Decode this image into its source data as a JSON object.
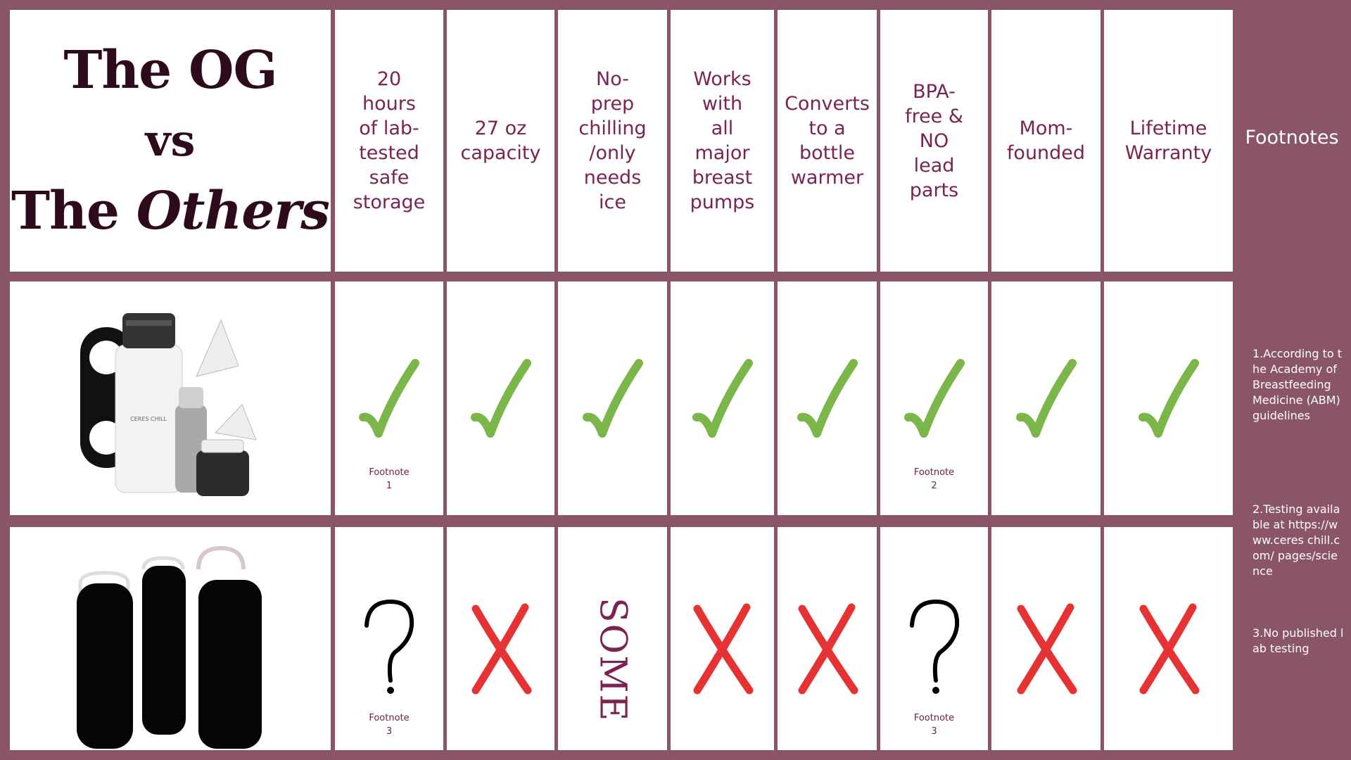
{
  "title": {
    "line1": "The OG",
    "line2": "vs",
    "line3_prefix": "The ",
    "line3_italic": "Others"
  },
  "columns": [
    {
      "label": "20\nhours\nof lab-\ntested\nsafe\nstorage"
    },
    {
      "label": "27 oz\ncapacity"
    },
    {
      "label": "No-\nprep\nchilling\n/only\nneeds\nice"
    },
    {
      "label": "Works\nwith\nall\nmajor\nbreast\npumps"
    },
    {
      "label": "Converts\nto a\nbottle\nwarmer"
    },
    {
      "label": "BPA-\nfree &\nNO\nlead\nparts"
    },
    {
      "label": "Mom-\nfounded"
    },
    {
      "label": "Lifetime\nWarranty"
    }
  ],
  "rows": {
    "og": {
      "image_name": "ceres-chill-product-set",
      "cells": [
        {
          "mark": "check",
          "footnote": "Footnote",
          "footnote_num": "1"
        },
        {
          "mark": "check"
        },
        {
          "mark": "check"
        },
        {
          "mark": "check"
        },
        {
          "mark": "check"
        },
        {
          "mark": "check",
          "footnote": "Footnote",
          "footnote_num": "2"
        },
        {
          "mark": "check"
        },
        {
          "mark": "check"
        }
      ]
    },
    "others": {
      "image_name": "competitor-bottles",
      "cells": [
        {
          "mark": "question",
          "footnote": "Footnote",
          "footnote_num": "3"
        },
        {
          "mark": "cross"
        },
        {
          "mark": "text",
          "text": "SOME"
        },
        {
          "mark": "cross"
        },
        {
          "mark": "cross"
        },
        {
          "mark": "question",
          "footnote": "Footnote",
          "footnote_num": "3"
        },
        {
          "mark": "cross"
        },
        {
          "mark": "cross"
        }
      ]
    }
  },
  "footnotes": {
    "header": "Footnotes",
    "items": [
      "1.According to the Academy of Breastfeeding Medicine (ABM) guidelines",
      "2.Testing available at https://www.ceres chill.com/ pages/science",
      "3.No published lab testing"
    ]
  },
  "colors": {
    "background": "#8a5566",
    "header_text": "#7b2352",
    "title_text": "#2d0a1c",
    "check": "#7ab648",
    "cross": "#e63232"
  }
}
